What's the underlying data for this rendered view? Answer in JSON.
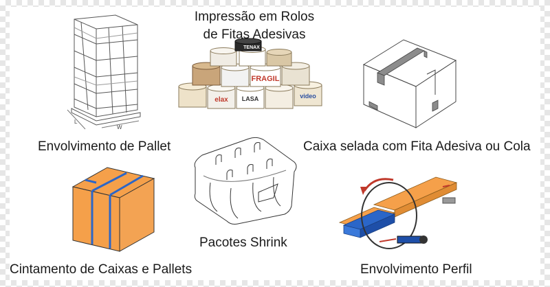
{
  "labels": {
    "tape_printing_line1": "Impressão em Rolos",
    "tape_printing_line2": "de Fitas Adesivas",
    "pallet_wrapping": "Envolvimento de Pallet",
    "sealed_box": "Caixa selada com Fita Adesiva ou Cola",
    "box_strapping": "Cintamento de Caixas e Pallets",
    "shrink_packs": "Pacotes Shrink",
    "profile_wrapping": "Envolvimento Perfil"
  },
  "tape_roll_texts": [
    "TENAX",
    "FRAGIL",
    "elax",
    "LASA",
    "video"
  ],
  "dimension_letters": [
    "L",
    "W"
  ],
  "colors": {
    "box_orange": "#F5A04A",
    "strap_blue": "#2B66C8",
    "arrow_red": "#C0392B",
    "text": "#1a1a1a"
  }
}
